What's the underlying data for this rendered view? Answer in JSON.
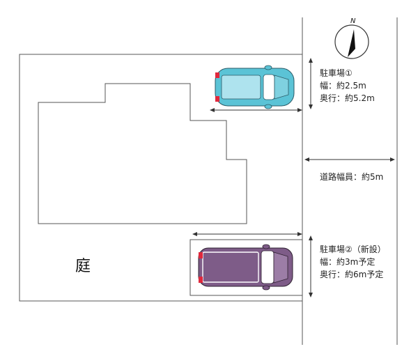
{
  "compass": {
    "north_label": "N"
  },
  "parking_1": {
    "title": "駐車場①",
    "width": "幅：約2.5m",
    "depth": "奥行：約5.2m",
    "car_color": "#5BC3D6"
  },
  "road": {
    "width_label": "道路幅員：約5m"
  },
  "parking_2": {
    "title": "駐車場②（新設）",
    "width": "幅：約3m予定",
    "depth": "奥行：約6m予定",
    "car_color": "#7E5C88"
  },
  "garden_label": "庭",
  "colors": {
    "line": "#555555",
    "arrow": "#333333",
    "tail_light": "#E0283C"
  }
}
